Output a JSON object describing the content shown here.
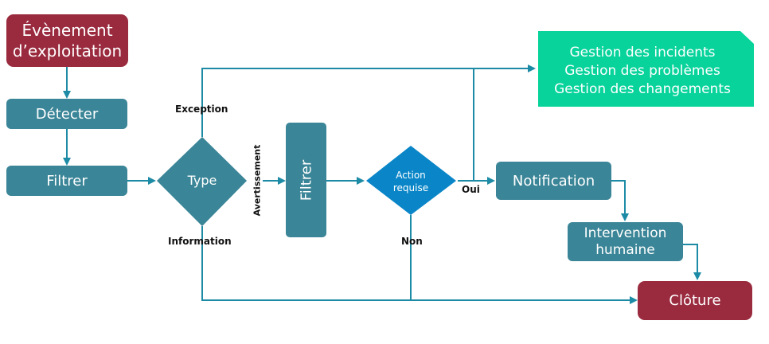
{
  "nodes": {
    "event": "Évènement d’exploitation",
    "detect": "Détecter",
    "filter1": "Filtrer",
    "type": "Type",
    "filter2": "Filtrer",
    "action_required": "Action requise",
    "notification": "Notification",
    "intervention": "Intervention humaine",
    "closure": "Clôture",
    "mgmt_incidents": "Gestion des incidents",
    "mgmt_problems": "Gestion des problèmes",
    "mgmt_changes": "Gestion des changements"
  },
  "edge_labels": {
    "exception": "Exception",
    "warning": "Avertissement",
    "information": "Information",
    "yes": "Oui",
    "no": "Non"
  },
  "colors": {
    "teal": "#3a8597",
    "maroon": "#9a2a3e",
    "green": "#07d39b",
    "blue_diamond": "#0a86c8",
    "line": "#1d8ba5"
  }
}
